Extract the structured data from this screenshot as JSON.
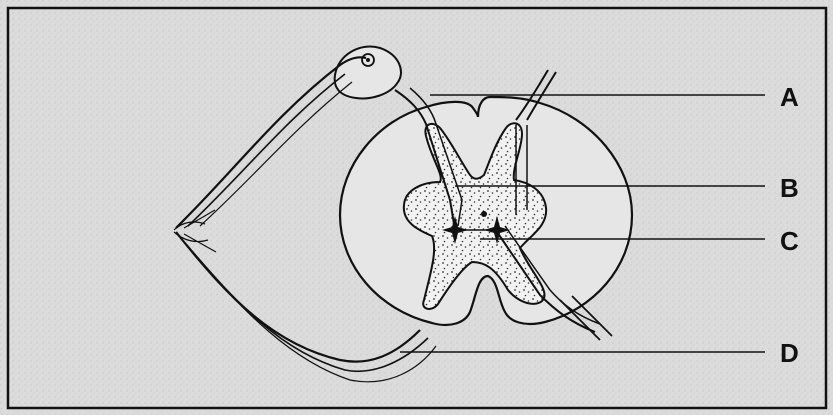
{
  "labels": {
    "a": "A",
    "b": "B",
    "c": "C",
    "d": "D"
  },
  "colors": {
    "background": "#dcdcdc",
    "ink": "#111111",
    "grey_matter_fill": "#f2f2f2",
    "stipple": "#333333"
  }
}
